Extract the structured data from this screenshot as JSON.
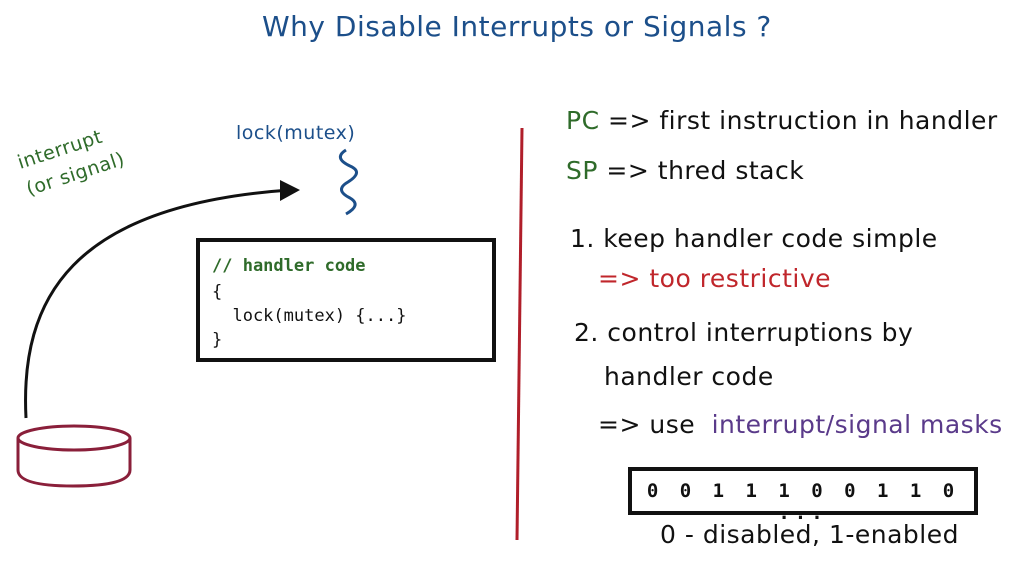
{
  "title": "Why Disable Interrupts or Signals ?",
  "left": {
    "lock_label": "lock(mutex)",
    "interrupt_label_line1": "interrupt",
    "interrupt_label_line2": "(or signal)",
    "code": {
      "comment": "// handler code",
      "open_brace": "{",
      "body": "  lock(mutex) {...}",
      "close_brace": "}"
    }
  },
  "right": {
    "pc_reg": "PC",
    "pc_text": "first instruction in handler",
    "sp_reg": "SP",
    "sp_text": "thred stack",
    "arrow": "=>",
    "item1": "1. keep  handler code simple",
    "item1_result": "too restrictive",
    "item2_line1": "2. control  interruptions  by",
    "item2_line2": "handler code",
    "use_text": "use",
    "masks_text": "interrupt/signal masks",
    "mask_bits": "0 0 1 1 1 0 0 1 1 0 ...",
    "legend": "0 - disabled, 1-enabled"
  },
  "colors": {
    "title": "#1c4f8a",
    "green": "#2f6b2a",
    "red": "#c0262b",
    "purple": "#5a3a8a",
    "divider": "#b01e2a",
    "device": "#8a1f3a"
  }
}
